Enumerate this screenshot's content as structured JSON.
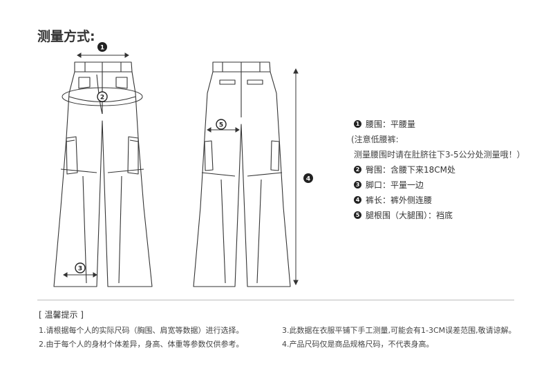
{
  "title": "测量方式:",
  "markers": {
    "m1": "1",
    "m2": "2",
    "m3": "3",
    "m4": "4",
    "m5": "5"
  },
  "legend": {
    "items": [
      {
        "num": "1",
        "text": "腰围：平腰量"
      },
      {
        "num": "",
        "text": "(注意低腰裤:"
      },
      {
        "num": "",
        "text": "测量腰围时请在肚脐往下3-5公分处测量哦！）"
      },
      {
        "num": "2",
        "text": "臀围：含腰下来18CM处"
      },
      {
        "num": "3",
        "text": "脚口：平量一边"
      },
      {
        "num": "4",
        "text": "裤长：裤外侧连腰"
      },
      {
        "num": "5",
        "text": "腿根围（大腿围）：裆底"
      }
    ]
  },
  "tips": {
    "title": "[ 温馨提示 ]",
    "t1": "1.请根据每个人的实际尺码（胸围、肩宽等数据）进行选择。",
    "t2": "2.由于每个人的身材个体差异，身高、体重等参数仅供参考。",
    "t3": "3.此数据在衣服平铺下手工测量,可能会有1-3CM误差范围,敬请谅解。",
    "t4": "4.产品尺码仅是商品规格尺码，不代表身高。"
  },
  "colors": {
    "line": "#333333",
    "marker": "#222222",
    "divider": "#bdbdbd"
  }
}
